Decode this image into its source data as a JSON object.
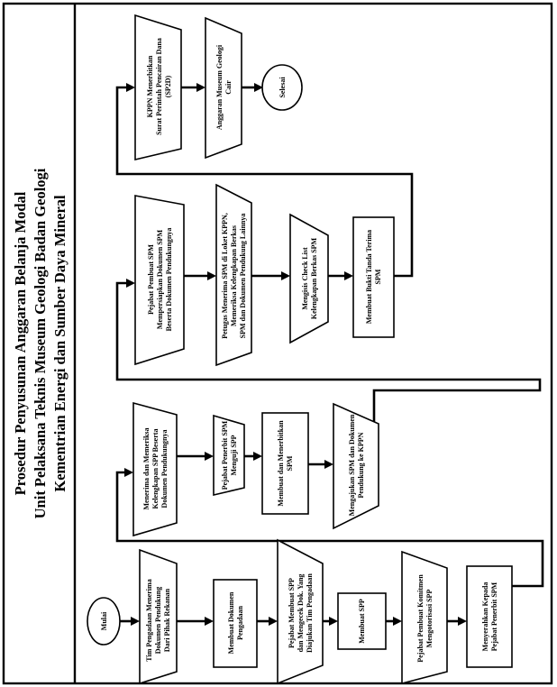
{
  "title": {
    "line1": "Prosedur Penyusunan Anggaran Belanja Modal",
    "line2": "Unit Pelaksana Teknis Museum Geologi Badan Geologi",
    "line3": "Kementrian Energi dan Sumber Daya Mineral"
  },
  "nodes": {
    "mulai": [
      "Mulai"
    ],
    "tim_pengadaan": [
      "Tim Pengadaan Menerima",
      "Dokumen Pendukung",
      "Dari Pihak Rekanan"
    ],
    "membuat_dokumen_pengadaan": [
      "Membuat Dokumen",
      "Pengadaan"
    ],
    "pejabat_membuat_spp": [
      "Pejabat Membuat SPP",
      "dan Mengecek Dok. Yang",
      "Diajukan Tim Pengadaan"
    ],
    "membuat_spp": [
      "Membuat SPP"
    ],
    "pejabat_pembuat_komitmen": [
      "Pejabat Pembuat Komitmen",
      "Mengotorisasi SPP"
    ],
    "menyerahkan_kepada": [
      "Menyerahkan Kepada",
      "Pejabat Penerbit SPM"
    ],
    "menerima_memeriksa": [
      "Menerima dan Memeriksa",
      "Kelengkapan SPP Beserta",
      "Dokumen Pendukungnya"
    ],
    "pejabat_penerbit_spm": [
      "Pejabat Penerbit SPM",
      "Menguji SPP"
    ],
    "membuat_menerbitkan_spm": [
      "Membuat dan Menerbitkan",
      "SPM"
    ],
    "mengajukan_spm": [
      "Mengajukan SPM dan Dokumen",
      "Pendukung ke KPPN"
    ],
    "pejabat_pembuat_spm": [
      "Pejabat Pembuat SPM",
      "Mempersiapkan Dokumen SPM",
      "Beserta Dokumen Pendukungnya"
    ],
    "petugas_menerima": [
      "Petugas Menerima SPM di Loket KPPN,",
      "Memeriksa Kelengkapan Berkas",
      "SPM dan Dokumen Pendukung Lainnya"
    ],
    "mengisis_check_list": [
      "Mengisis Check List",
      "Kelengkapan Berkas SPM"
    ],
    "membuat_bukti": [
      "Membuat Bukti Tanda Terima",
      "SPM"
    ],
    "kppn_menerbitkan": [
      "KPPN Menerbitkan",
      "Surat Perintah Pencairan Dana",
      "(SP2D)"
    ],
    "anggaran_museum": [
      "Anggaran Museum Geologi",
      "Cair"
    ],
    "selesai": [
      "Selesai"
    ]
  }
}
